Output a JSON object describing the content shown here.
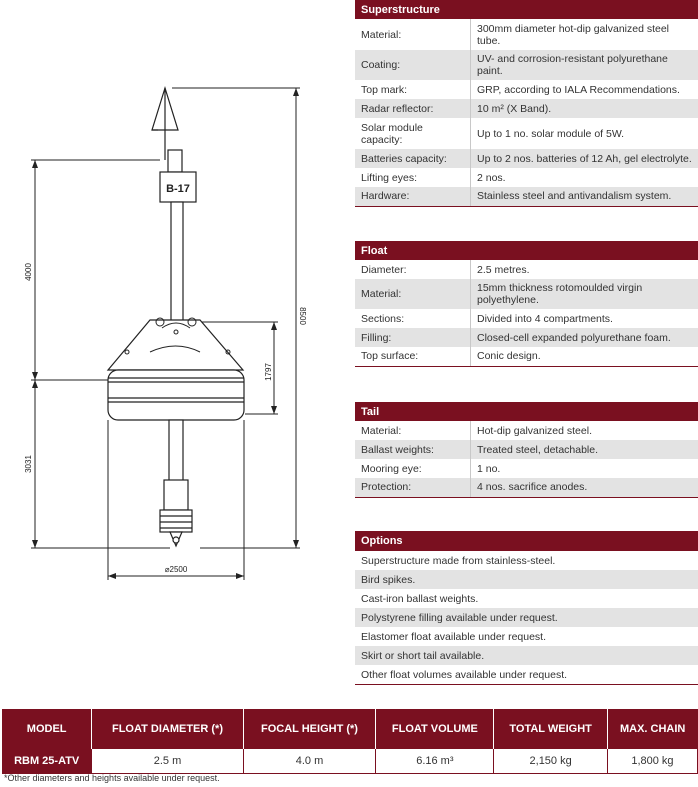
{
  "drawing": {
    "dim_4000": "4000",
    "dim_8500": "8500",
    "dim_1797": "1797",
    "dim_3031": "3031",
    "dim_diameter": "⌀2500",
    "top_label": "B-17"
  },
  "superstructure": {
    "title": "Superstructure",
    "rows": [
      {
        "k": "Material:",
        "v": "300mm diameter hot-dip galvanized steel tube."
      },
      {
        "k": "Coating:",
        "v": "UV- and corrosion-resistant polyurethane paint."
      },
      {
        "k": "Top mark:",
        "v": "GRP, according to IALA Recommendations."
      },
      {
        "k": "Radar reflector:",
        "v": "10 m² (X Band)."
      },
      {
        "k": "Solar module capacity:",
        "v": "Up to 1 no. solar module of 5W."
      },
      {
        "k": "Batteries capacity:",
        "v": "Up to 2 nos. batteries of 12 Ah, gel electrolyte."
      },
      {
        "k": "Lifting eyes:",
        "v": "2 nos."
      },
      {
        "k": "Hardware:",
        "v": "Stainless steel and antivandalism system."
      }
    ]
  },
  "float": {
    "title": "Float",
    "rows": [
      {
        "k": "Diameter:",
        "v": "2.5 metres."
      },
      {
        "k": "Material:",
        "v": "15mm thickness rotomoulded virgin polyethylene."
      },
      {
        "k": "Sections:",
        "v": "Divided into 4 compartments."
      },
      {
        "k": "Filling:",
        "v": "Closed-cell expanded polyurethane foam."
      },
      {
        "k": "Top surface:",
        "v": "Conic design."
      }
    ]
  },
  "tail": {
    "title": "Tail",
    "rows": [
      {
        "k": "Material:",
        "v": "Hot-dip galvanized steel."
      },
      {
        "k": "Ballast weights:",
        "v": "Treated steel, detachable."
      },
      {
        "k": "Mooring eye:",
        "v": "1 no."
      },
      {
        "k": "Protection:",
        "v": "4 nos. sacrifice anodes."
      }
    ]
  },
  "options": {
    "title": "Options",
    "items": [
      "Superstructure made from stainless-steel.",
      "Bird spikes.",
      "Cast-iron ballast weights.",
      "Polystyrene filling available under request.",
      "Elastomer float available under request.",
      "Skirt or short tail available.",
      "Other float volumes available under request."
    ]
  },
  "summary": {
    "headers": [
      "MODEL",
      "FLOAT DIAMETER (*)",
      "FOCAL HEIGHT (*)",
      "FLOAT VOLUME",
      "TOTAL WEIGHT",
      "MAX. CHAIN"
    ],
    "row": [
      "RBM 25-ATV",
      "2.5 m",
      "4.0 m",
      "6.16 m³",
      "2,150 kg",
      "1,800 kg"
    ],
    "note": "*Other diameters and heights available under request."
  }
}
